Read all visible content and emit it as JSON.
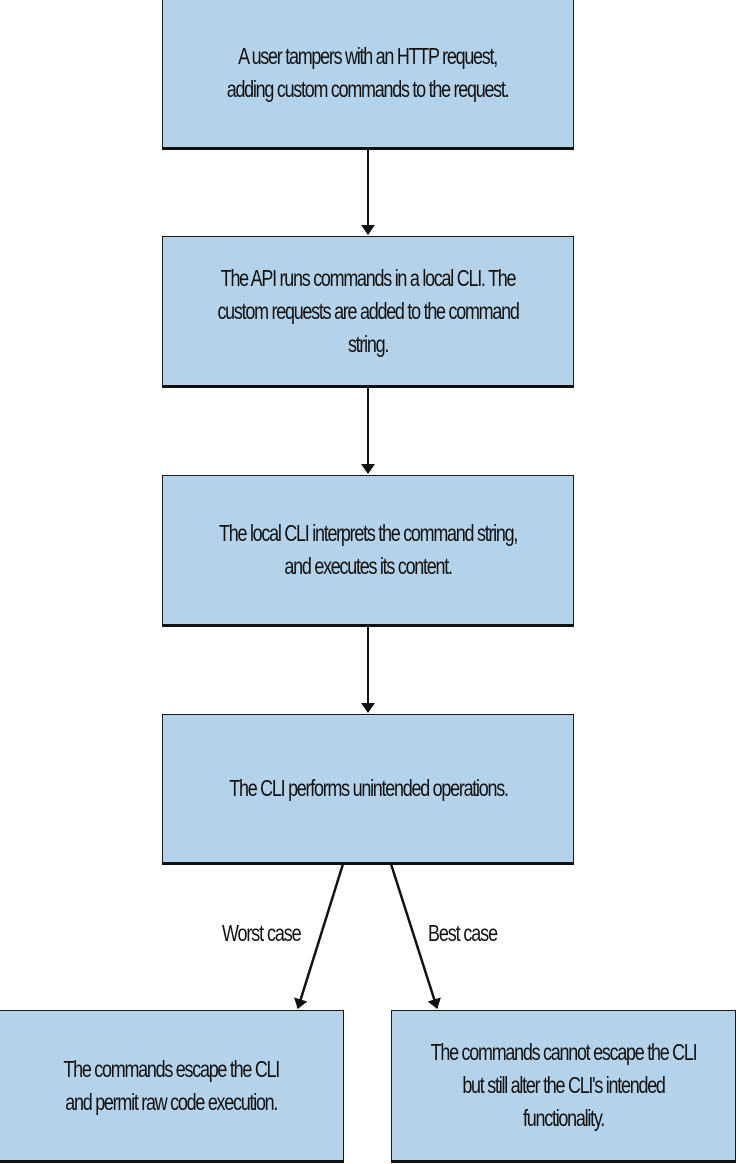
{
  "diagram": {
    "type": "flowchart",
    "colors": {
      "box_fill": "#b4d3ea",
      "stroke": "#111111",
      "background": "#ffffff"
    },
    "nodes": [
      {
        "id": "n1",
        "text": "A user tampers with an HTTP request,\nadding custom commands to the request."
      },
      {
        "id": "n2",
        "text": "The API runs commands in a local CLI. The\ncustom requests are added to the command string."
      },
      {
        "id": "n3",
        "text": "The local CLI interprets the command string,\nand executes its content."
      },
      {
        "id": "n4",
        "text": "The CLI performs unintended operations."
      },
      {
        "id": "n5",
        "text": "The commands escape the CLI\nand permit raw code execution."
      },
      {
        "id": "n6",
        "text": "The commands cannot escape the CLI\nbut still alter the CLI's intended functionality."
      }
    ],
    "edges": [
      {
        "from": "n1",
        "to": "n2",
        "label": ""
      },
      {
        "from": "n2",
        "to": "n3",
        "label": ""
      },
      {
        "from": "n3",
        "to": "n4",
        "label": ""
      },
      {
        "from": "n4",
        "to": "n5",
        "label": "Worst case"
      },
      {
        "from": "n4",
        "to": "n6",
        "label": "Best case"
      }
    ]
  }
}
